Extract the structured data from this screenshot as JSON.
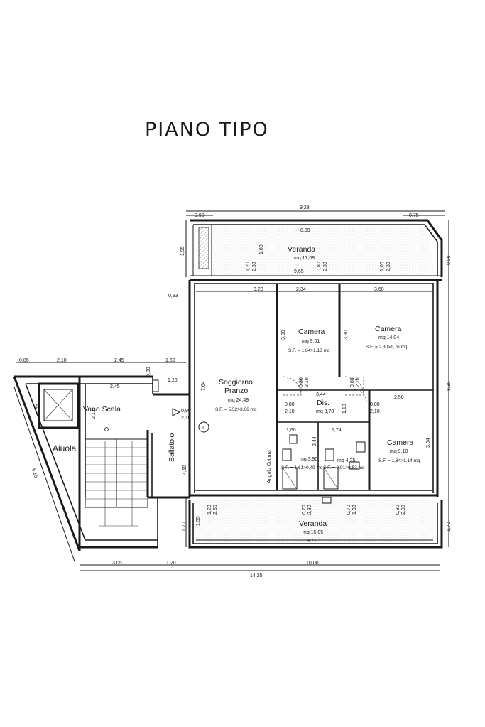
{
  "title": "PIANO TIPO",
  "rooms": {
    "veranda_top": {
      "name": "Veranda",
      "area": "mq 17,08"
    },
    "soggiorno": {
      "name1": "Soggiorno",
      "name2": "Pranzo",
      "area": "mq 24,49",
      "sf": "S.F. = 5,52>3,06 mq"
    },
    "camera1": {
      "name": "Camera",
      "area": "mq 9,01",
      "sf": "S.F. = 1,84>1,13 mq"
    },
    "camera2": {
      "name": "Camera",
      "area": "mq 14,04",
      "sf": "S.F. = 2,30>1,76 mq"
    },
    "camera3": {
      "name": "Camera",
      "area": "mq 9,10",
      "sf": "S.F. = 1,84>1,14 mq"
    },
    "dis": {
      "name": "Dis.",
      "area": "mq 3,78"
    },
    "bagno1": {
      "area": "mq 3,90",
      "sf": "S.F. = 1,61>0,49 mq"
    },
    "bagno2": {
      "area": "mq 4,25",
      "sf": "S.F. = 0,91>0,53 mq"
    },
    "veranda_bottom": {
      "name": "Veranda",
      "area": "mq 15,05"
    },
    "vano_scala": {
      "name": "Vano Scala"
    },
    "aiuola": {
      "name": "Aiuola"
    },
    "ballatoio": {
      "name": "Ballatoio"
    },
    "angolo_cottura": {
      "name": "Angolo Cottura"
    },
    "marker": {
      "label": "1"
    }
  },
  "dimensions": {
    "overall_top": "9,28",
    "top_left": "0,90",
    "top_right": "0,75",
    "veranda_width": "8,99",
    "veranda_depth": "1,95",
    "right_upper": "0,99",
    "under_veranda": "9,65",
    "w_320": "3,20",
    "w_234": "2,34",
    "w_360": "3,60",
    "l_033": "0,33",
    "h_120a": "1,20",
    "h_230a": "2,30",
    "h_180": "1,80",
    "h_080a": "0,80",
    "h_230b": "2,30",
    "h_100": "1,00",
    "h_230c": "2,30",
    "h_390a": "3,90",
    "h_390b": "3,90",
    "h_764": "7,64",
    "right_830": "8,30",
    "left_086": "0,86",
    "left_210": "2,10",
    "left_245": "2,45",
    "left_150": "1,50",
    "v_030": "0,30",
    "v_120": "1,20",
    "stair_245": "2,45",
    "stair_200": "2,00",
    "stair_213": "2,13",
    "d_344": "3,44",
    "d_250": "2,50",
    "d_080a": "0,80",
    "d_210a": "2,10",
    "d_080b": "0,80",
    "d_210b": "2,10",
    "d_110": "1,10",
    "d_080c": "0,80",
    "d_210c": "2,10",
    "d_080d": "0,80",
    "d_210d": "2,10",
    "d_090": "0,90",
    "d_210e": "2,10",
    "b_160": "1,60",
    "b_244": "2,44",
    "b_174": "1,74",
    "r_364": "3,64",
    "l_450": "4,50",
    "aiuola_diag": "6,15",
    "bot_120": "1,20",
    "bot_230a": "2,30",
    "bot_070a": "0,70",
    "bot_230b": "2,30",
    "bot_070b": "0,70",
    "bot_130": "1,30",
    "bot_080": "0,80",
    "bot_230c": "2,30",
    "bot_170l": "1,70",
    "bot_155": "1,55",
    "bot_170r": "1,70",
    "bot_971": "9,71",
    "total_305": "3,05",
    "total_120": "1,20",
    "total_1000": "10,00",
    "total_1425": "14,25"
  }
}
